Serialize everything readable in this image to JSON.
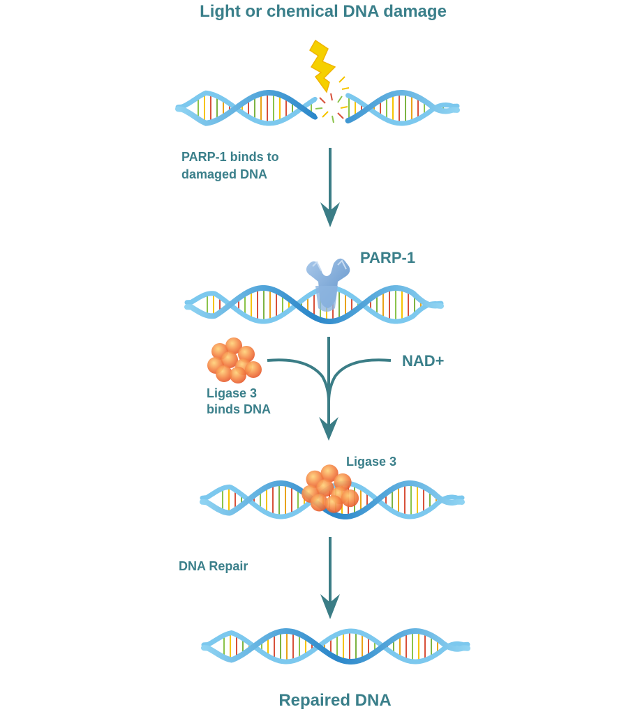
{
  "diagram": {
    "title": "Light or chemical DNA damage",
    "steps": {
      "parp_binds": [
        "PARP-1 binds to",
        "damaged DNA"
      ],
      "parp_label": "PARP-1",
      "nad_label": "NAD+",
      "ligase_binds": [
        "Ligase 3",
        "binds DNA"
      ],
      "ligase_label": "Ligase 3",
      "repair_label": "DNA Repair"
    },
    "footer": "Repaired DNA"
  },
  "colors": {
    "text": "#3a7f8a",
    "arrow": "#3b7d86",
    "helix_dark": "#2a86c9",
    "helix_light": "#7cc8ee",
    "bolt": "#f5d000",
    "parp": "#7ba7d6",
    "ligase": "#f07a45"
  },
  "icons": [
    "lightning-bolt-icon",
    "parp-1-protein-icon",
    "ligase-3-cluster-icon"
  ]
}
